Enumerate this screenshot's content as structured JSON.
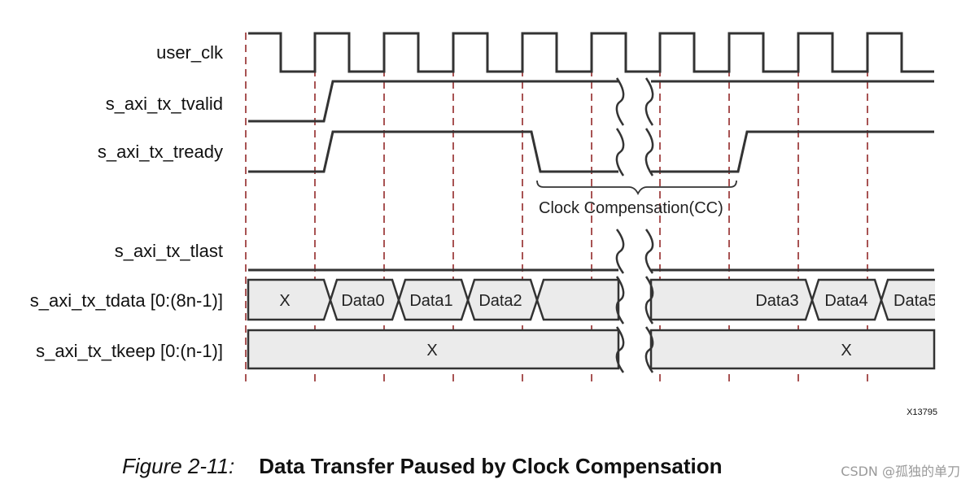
{
  "signals": [
    {
      "id": "clk",
      "label": "user_clk"
    },
    {
      "id": "tvalid",
      "label": "s_axi_tx_tvalid"
    },
    {
      "id": "tready",
      "label": "s_axi_tx_tready"
    },
    {
      "id": "tlast",
      "label": "s_axi_tx_tlast"
    },
    {
      "id": "tdata",
      "label": "s_axi_tx_tdata [0:(8n-1)]"
    },
    {
      "id": "tkeep",
      "label": "s_axi_tx_tkeep [0:(n-1)]"
    }
  ],
  "tdata_segments": [
    "X",
    "Data0",
    "Data1",
    "Data2",
    "",
    "Data3",
    "Data4",
    "Data5"
  ],
  "tkeep_segments": [
    "X",
    "X"
  ],
  "annotation": "Clock Compensation(CC)",
  "figure_id": "X13795",
  "caption": {
    "label": "Figure 2-11:",
    "title": "Data Transfer Paused by Clock Compensation"
  },
  "watermark": "CSDN @孤独的单刀",
  "colors": {
    "waveform": "#333333",
    "dashed_guides": "#8b1a1a",
    "bus_fill": "#ebebeb",
    "watermark": "#9a9a9a"
  }
}
